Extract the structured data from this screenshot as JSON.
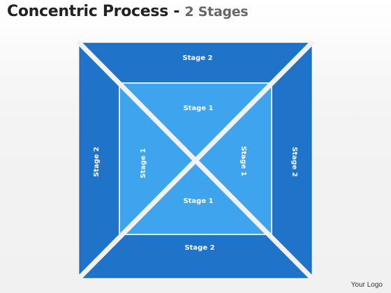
{
  "header": {
    "title_main": "Concentric Process -",
    "title_sub": "2 Stages"
  },
  "diagram": {
    "outer_labels": {
      "top": "Stage 2",
      "bottom": "Stage 2",
      "left": "Stage 2",
      "right": "Stage 2"
    },
    "inner_labels": {
      "top": "Stage 1",
      "bottom": "Stage 1",
      "left": "Stage 1",
      "right": "Stage 1"
    },
    "colors": {
      "outer_fill": "#1f73c8",
      "outer_border": "#1458a0",
      "inner_fill": "#3ea4ee",
      "inner_border": "#d7ecfb",
      "separator": "#f2f2f2"
    }
  },
  "footer": {
    "brand": "Your Logo"
  }
}
